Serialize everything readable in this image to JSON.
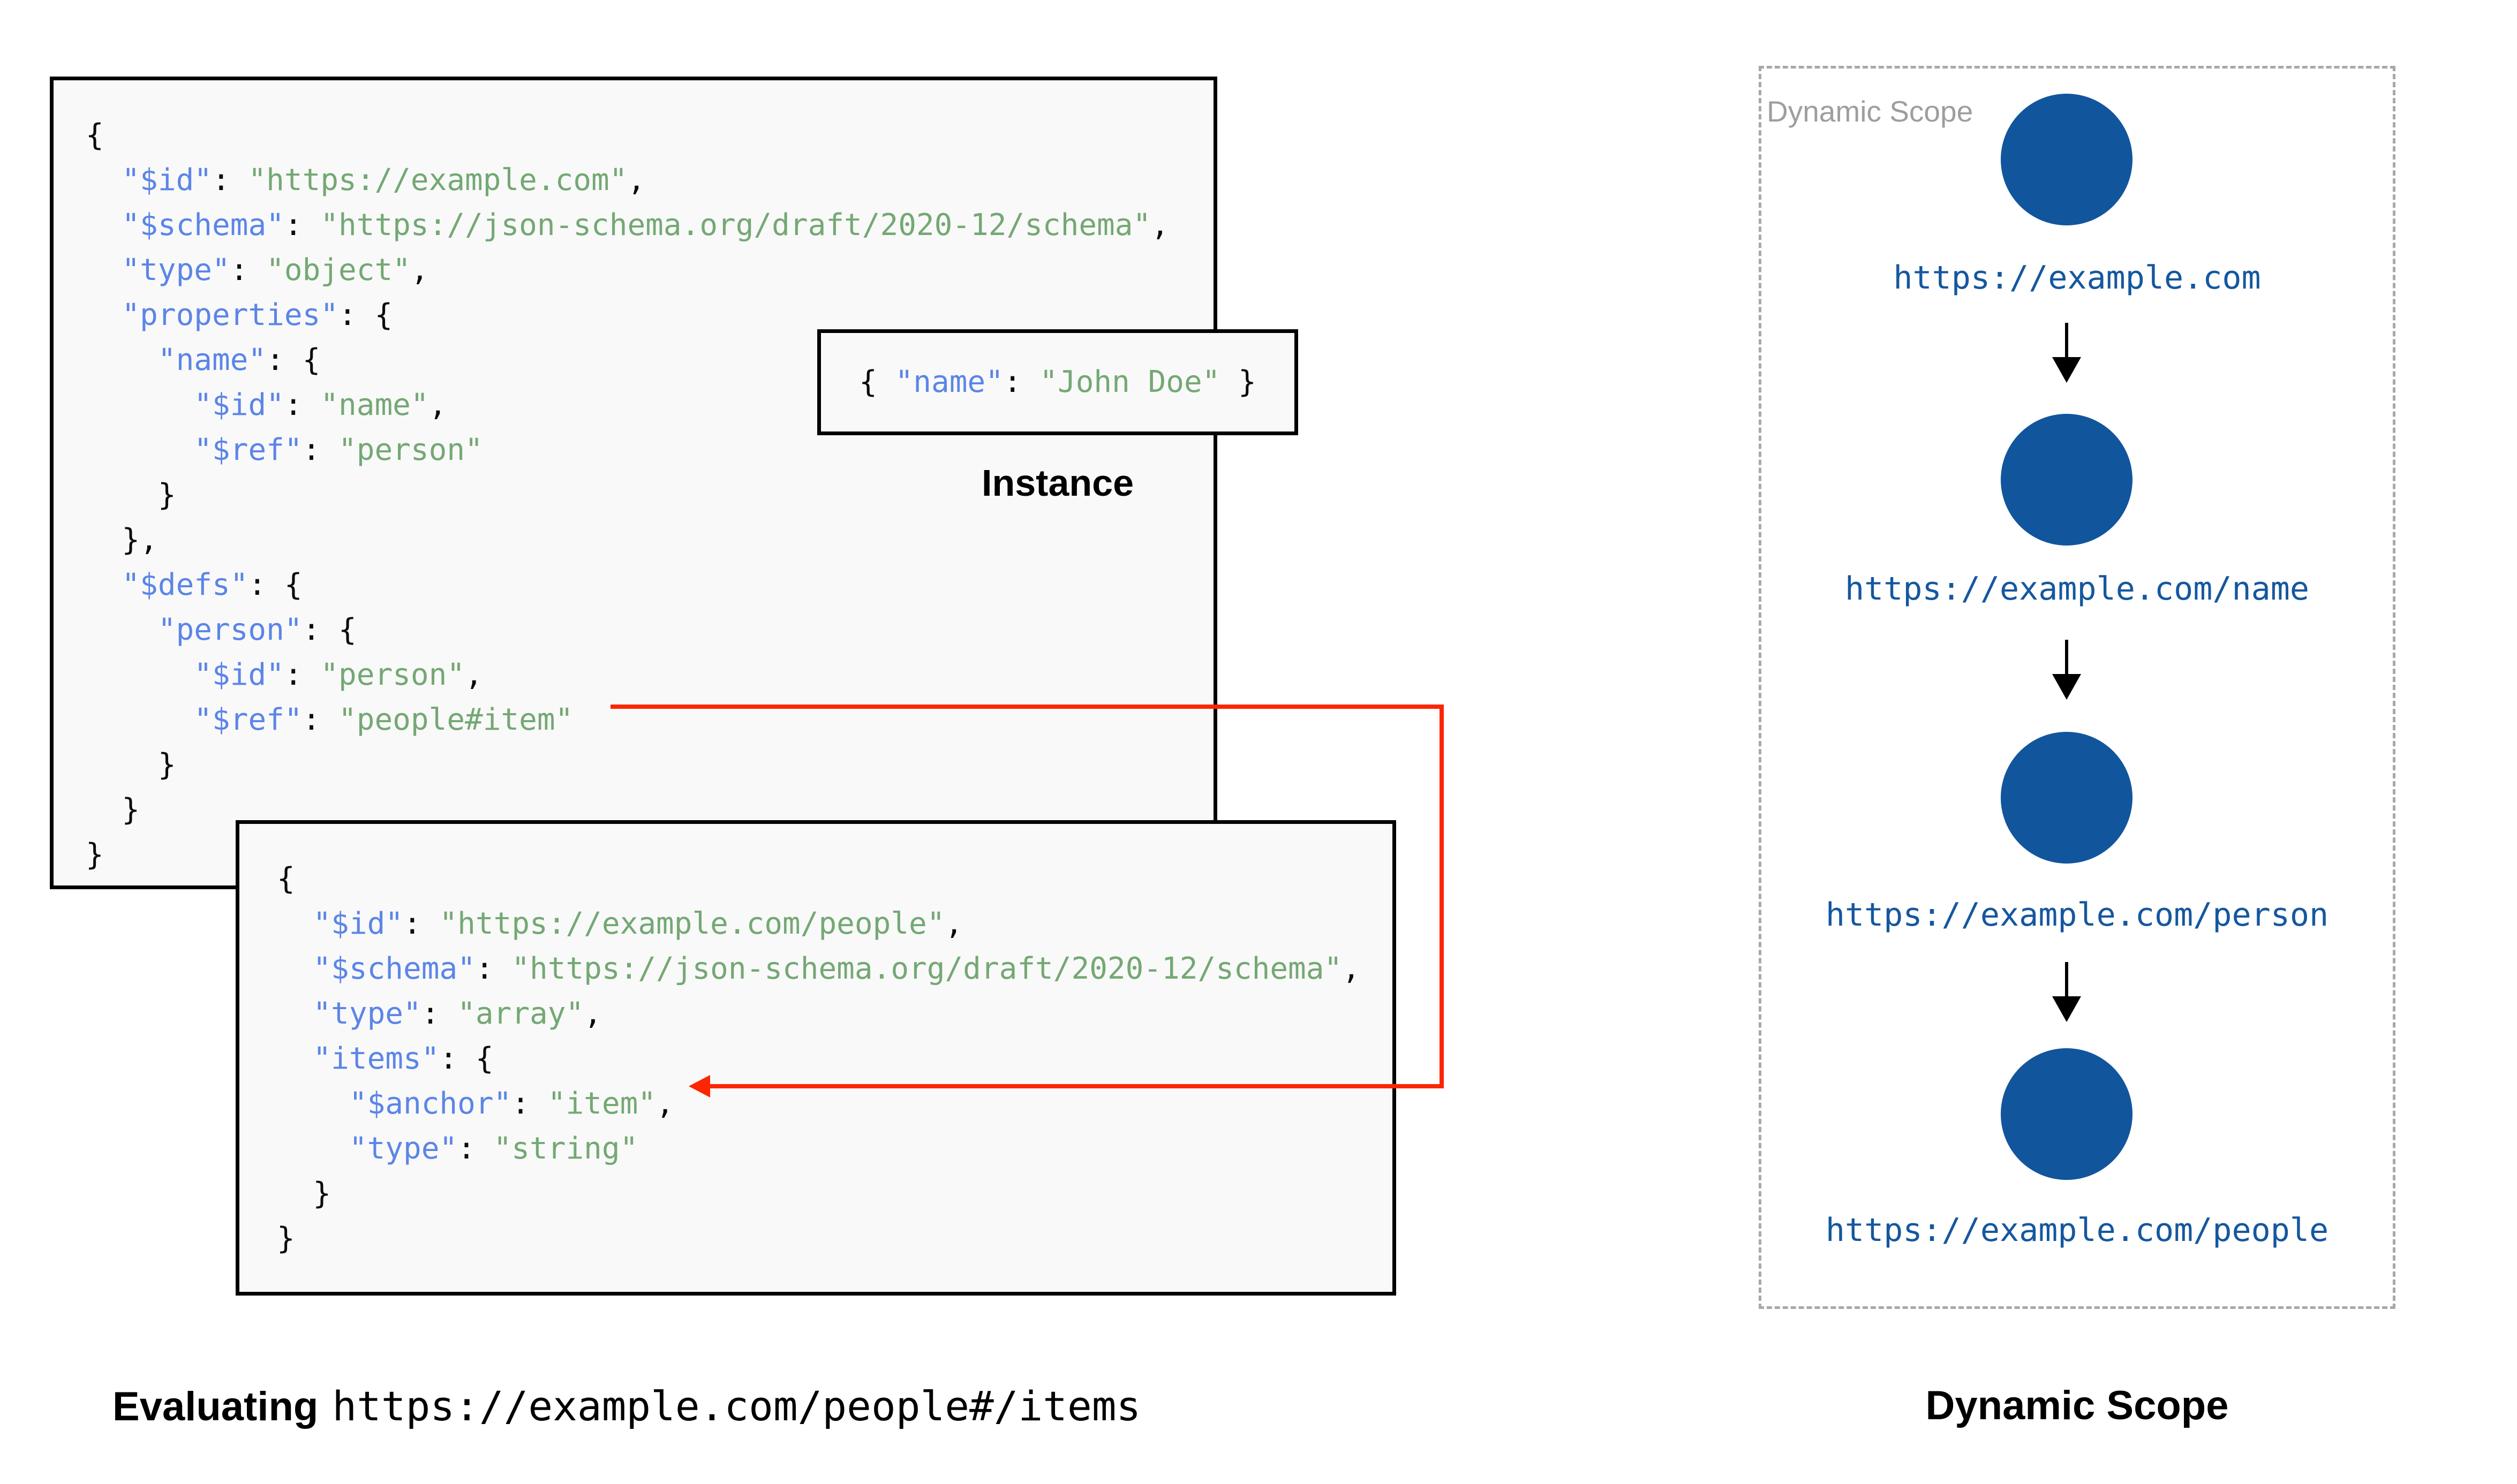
{
  "colors": {
    "key_blue": "#5b85e8",
    "string_green": "#74a874",
    "plain_black": "#0b0b0b",
    "red_arrow": "#fc2603",
    "circle_blue": "#11559d",
    "node_label_blue": "#15579f",
    "dashed_border_gray": "#a8a8a8",
    "panel_label_gray": "#9e9e9e",
    "box_background": "#f9f9f9"
  },
  "code_blocks": {
    "schema_a": {
      "lines": [
        [
          {
            "t": "p",
            "v": "{"
          }
        ],
        [
          {
            "t": "p",
            "v": "  "
          },
          {
            "t": "k",
            "v": "\"$id\""
          },
          {
            "t": "p",
            "v": ": "
          },
          {
            "t": "s",
            "v": "\"https://example.com\""
          },
          {
            "t": "p",
            "v": ","
          }
        ],
        [
          {
            "t": "p",
            "v": "  "
          },
          {
            "t": "k",
            "v": "\"$schema\""
          },
          {
            "t": "p",
            "v": ": "
          },
          {
            "t": "s",
            "v": "\"https://json-schema.org/draft/2020-12/schema\""
          },
          {
            "t": "p",
            "v": ","
          }
        ],
        [
          {
            "t": "p",
            "v": "  "
          },
          {
            "t": "k",
            "v": "\"type\""
          },
          {
            "t": "p",
            "v": ": "
          },
          {
            "t": "s",
            "v": "\"object\""
          },
          {
            "t": "p",
            "v": ","
          }
        ],
        [
          {
            "t": "p",
            "v": "  "
          },
          {
            "t": "k",
            "v": "\"properties\""
          },
          {
            "t": "p",
            "v": ": {"
          }
        ],
        [
          {
            "t": "p",
            "v": "    "
          },
          {
            "t": "k",
            "v": "\"name\""
          },
          {
            "t": "p",
            "v": ": {"
          }
        ],
        [
          {
            "t": "p",
            "v": "      "
          },
          {
            "t": "k",
            "v": "\"$id\""
          },
          {
            "t": "p",
            "v": ": "
          },
          {
            "t": "s",
            "v": "\"name\""
          },
          {
            "t": "p",
            "v": ","
          }
        ],
        [
          {
            "t": "p",
            "v": "      "
          },
          {
            "t": "k",
            "v": "\"$ref\""
          },
          {
            "t": "p",
            "v": ": "
          },
          {
            "t": "s",
            "v": "\"person\""
          }
        ],
        [
          {
            "t": "p",
            "v": "    }"
          }
        ],
        [
          {
            "t": "p",
            "v": "  },"
          }
        ],
        [
          {
            "t": "p",
            "v": "  "
          },
          {
            "t": "k",
            "v": "\"$defs\""
          },
          {
            "t": "p",
            "v": ": {"
          }
        ],
        [
          {
            "t": "p",
            "v": "    "
          },
          {
            "t": "k",
            "v": "\"person\""
          },
          {
            "t": "p",
            "v": ": {"
          }
        ],
        [
          {
            "t": "p",
            "v": "      "
          },
          {
            "t": "k",
            "v": "\"$id\""
          },
          {
            "t": "p",
            "v": ": "
          },
          {
            "t": "s",
            "v": "\"person\""
          },
          {
            "t": "p",
            "v": ","
          }
        ],
        [
          {
            "t": "p",
            "v": "      "
          },
          {
            "t": "k",
            "v": "\"$ref\""
          },
          {
            "t": "p",
            "v": ": "
          },
          {
            "t": "s",
            "v": "\"people#item\""
          }
        ],
        [
          {
            "t": "p",
            "v": "    }"
          }
        ],
        [
          {
            "t": "p",
            "v": "  }"
          }
        ],
        [
          {
            "t": "p",
            "v": "}"
          }
        ]
      ]
    },
    "schema_b": {
      "lines": [
        [
          {
            "t": "p",
            "v": "{"
          }
        ],
        [
          {
            "t": "p",
            "v": "  "
          },
          {
            "t": "k",
            "v": "\"$id\""
          },
          {
            "t": "p",
            "v": ": "
          },
          {
            "t": "s",
            "v": "\"https://example.com/people\""
          },
          {
            "t": "p",
            "v": ","
          }
        ],
        [
          {
            "t": "p",
            "v": "  "
          },
          {
            "t": "k",
            "v": "\"$schema\""
          },
          {
            "t": "p",
            "v": ": "
          },
          {
            "t": "s",
            "v": "\"https://json-schema.org/draft/2020-12/schema\""
          },
          {
            "t": "p",
            "v": ","
          }
        ],
        [
          {
            "t": "p",
            "v": "  "
          },
          {
            "t": "k",
            "v": "\"type\""
          },
          {
            "t": "p",
            "v": ": "
          },
          {
            "t": "s",
            "v": "\"array\""
          },
          {
            "t": "p",
            "v": ","
          }
        ],
        [
          {
            "t": "p",
            "v": "  "
          },
          {
            "t": "k",
            "v": "\"items\""
          },
          {
            "t": "p",
            "v": ": {"
          }
        ],
        [
          {
            "t": "p",
            "v": "    "
          },
          {
            "t": "k",
            "v": "\"$anchor\""
          },
          {
            "t": "p",
            "v": ": "
          },
          {
            "t": "s",
            "v": "\"item\""
          },
          {
            "t": "p",
            "v": ","
          }
        ],
        [
          {
            "t": "p",
            "v": "    "
          },
          {
            "t": "k",
            "v": "\"type\""
          },
          {
            "t": "p",
            "v": ": "
          },
          {
            "t": "s",
            "v": "\"string\""
          }
        ],
        [
          {
            "t": "p",
            "v": "  }"
          }
        ],
        [
          {
            "t": "p",
            "v": "}"
          }
        ]
      ]
    },
    "instance": {
      "lines": [
        [
          {
            "t": "p",
            "v": "{ "
          },
          {
            "t": "k",
            "v": "\"name\""
          },
          {
            "t": "p",
            "v": ": "
          },
          {
            "t": "s",
            "v": "\"John Doe\""
          },
          {
            "t": "p",
            "v": " }"
          }
        ]
      ]
    }
  },
  "instance": {
    "caption": "Instance"
  },
  "evaluating": {
    "prefix": "Evaluating",
    "uri": "https://example.com/people#/items"
  },
  "dynamic_scope": {
    "panel_label": "Dynamic Scope",
    "caption": "Dynamic Scope",
    "nodes": [
      {
        "label": "https://example.com"
      },
      {
        "label": "https://example.com/name"
      },
      {
        "label": "https://example.com/person"
      },
      {
        "label": "https://example.com/people"
      }
    ]
  }
}
